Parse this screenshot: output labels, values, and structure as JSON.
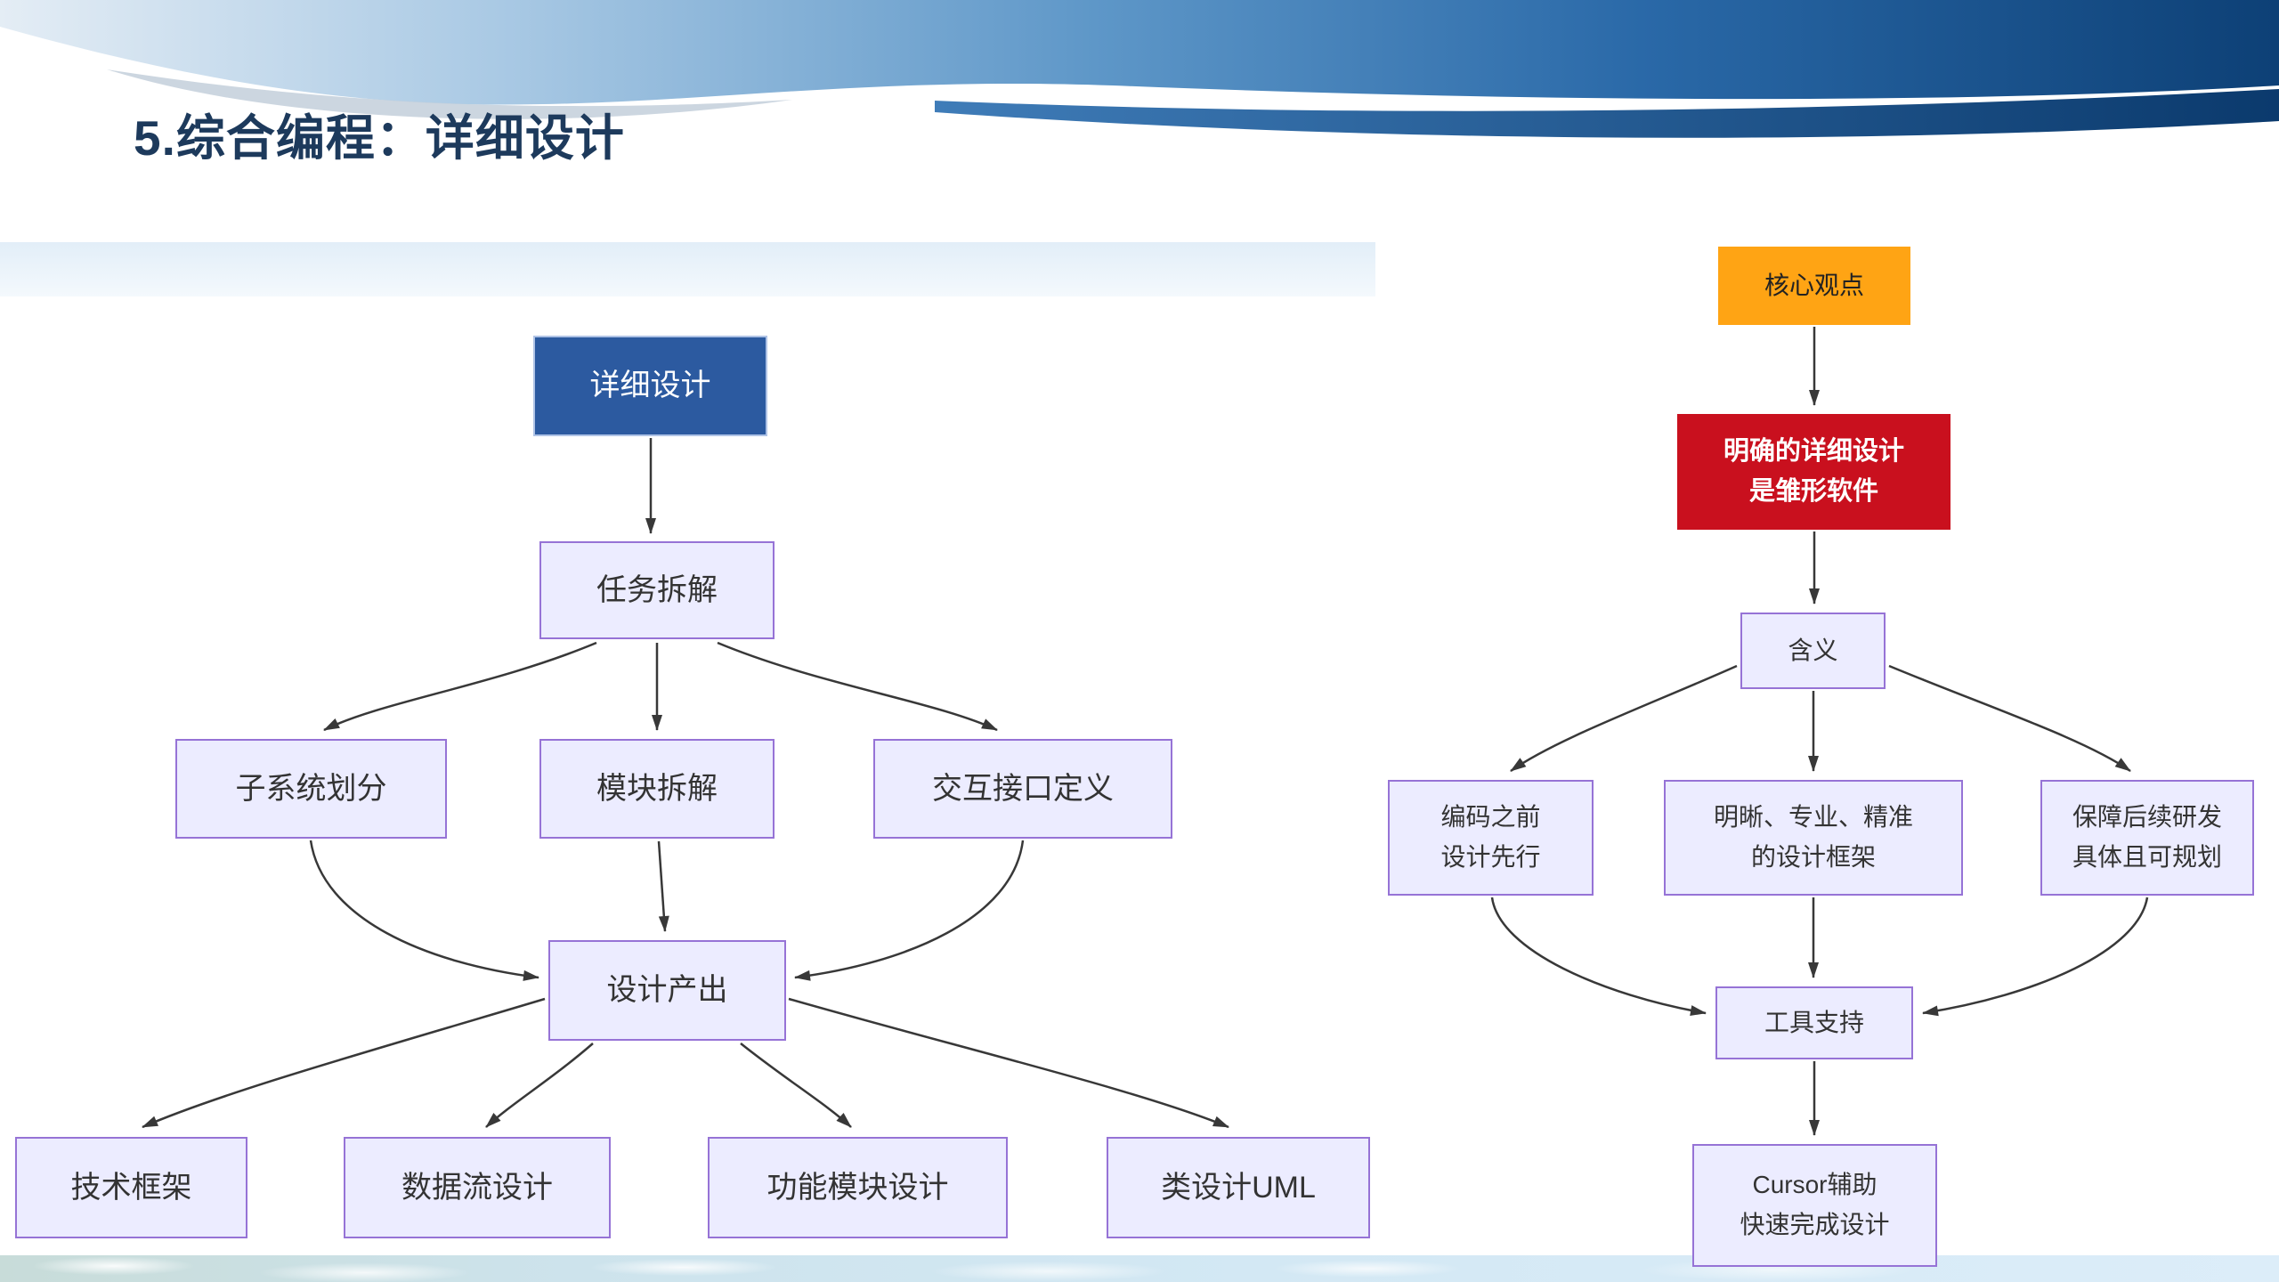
{
  "slide": {
    "title": "5.综合编程：详细设计"
  },
  "colors": {
    "title_navy": "#1D3A5C",
    "header_blue_dark": "#0D4076",
    "header_blue_mid": "#3F7CB8",
    "header_blue_light": "#DFE9F3",
    "node_fill": "#ECECFF",
    "node_border": "#9673D6",
    "node_text": "#333333",
    "root_blue": "#2C5AA0",
    "accent_orange": "#FFA414",
    "accent_red": "#C9101E",
    "edge": "#383838",
    "footer_strip_blue": "#D3E8F4"
  },
  "left_diagram": {
    "nodes": {
      "root": {
        "label": "详细设计"
      },
      "task": {
        "label": "任务拆解"
      },
      "subsystem": {
        "label": "子系统划分"
      },
      "interface": {
        "label": "交互接口定义"
      },
      "module": {
        "label": "模块拆解"
      },
      "output": {
        "label": "设计产出"
      },
      "tech": {
        "label": "技术框架"
      },
      "dataflow": {
        "label": "数据流设计"
      },
      "funcmodule": {
        "label": "功能模块设计"
      },
      "uml": {
        "label": "类设计UML"
      }
    },
    "edges": [
      {
        "from": "详细设计",
        "to": "任务拆解"
      },
      {
        "from": "任务拆解",
        "to": "子系统划分"
      },
      {
        "from": "任务拆解",
        "to": "模块拆解"
      },
      {
        "from": "任务拆解",
        "to": "交互接口定义"
      },
      {
        "from": "子系统划分",
        "to": "设计产出"
      },
      {
        "from": "模块拆解",
        "to": "设计产出"
      },
      {
        "from": "交互接口定义",
        "to": "设计产出"
      },
      {
        "from": "设计产出",
        "to": "技术框架"
      },
      {
        "from": "设计产出",
        "to": "数据流设计"
      },
      {
        "from": "设计产出",
        "to": "功能模块设计"
      },
      {
        "from": "设计产出",
        "to": "类设计UML"
      }
    ]
  },
  "right_diagram": {
    "nodes": {
      "core": {
        "label": "核心观点"
      },
      "thesis": {
        "lines": [
          "明确的详细设计",
          "是雏形软件"
        ]
      },
      "meaning": {
        "label": "含义"
      },
      "before": {
        "lines": [
          "编码之前",
          "设计先行"
        ]
      },
      "clear": {
        "lines": [
          "明晰、专业、精准",
          "的设计框架"
        ]
      },
      "guarantee": {
        "lines": [
          "保障后续研发",
          "具体且可规划"
        ]
      },
      "tools": {
        "label": "工具支持"
      },
      "cursor": {
        "lines": [
          "Cursor辅助",
          "快速完成设计"
        ]
      }
    },
    "edges": [
      {
        "from": "核心观点",
        "to": "明确的详细设计是雏形软件"
      },
      {
        "from": "明确的详细设计是雏形软件",
        "to": "含义"
      },
      {
        "from": "含义",
        "to": "编码之前设计先行"
      },
      {
        "from": "含义",
        "to": "明晰、专业、精准的设计框架"
      },
      {
        "from": "含义",
        "to": "保障后续研发具体且可规划"
      },
      {
        "from": "编码之前设计先行",
        "to": "工具支持"
      },
      {
        "from": "明晰、专业、精准的设计框架",
        "to": "工具支持"
      },
      {
        "from": "保障后续研发具体且可规划",
        "to": "工具支持"
      },
      {
        "from": "工具支持",
        "to": "Cursor辅助快速完成设计"
      }
    ]
  }
}
